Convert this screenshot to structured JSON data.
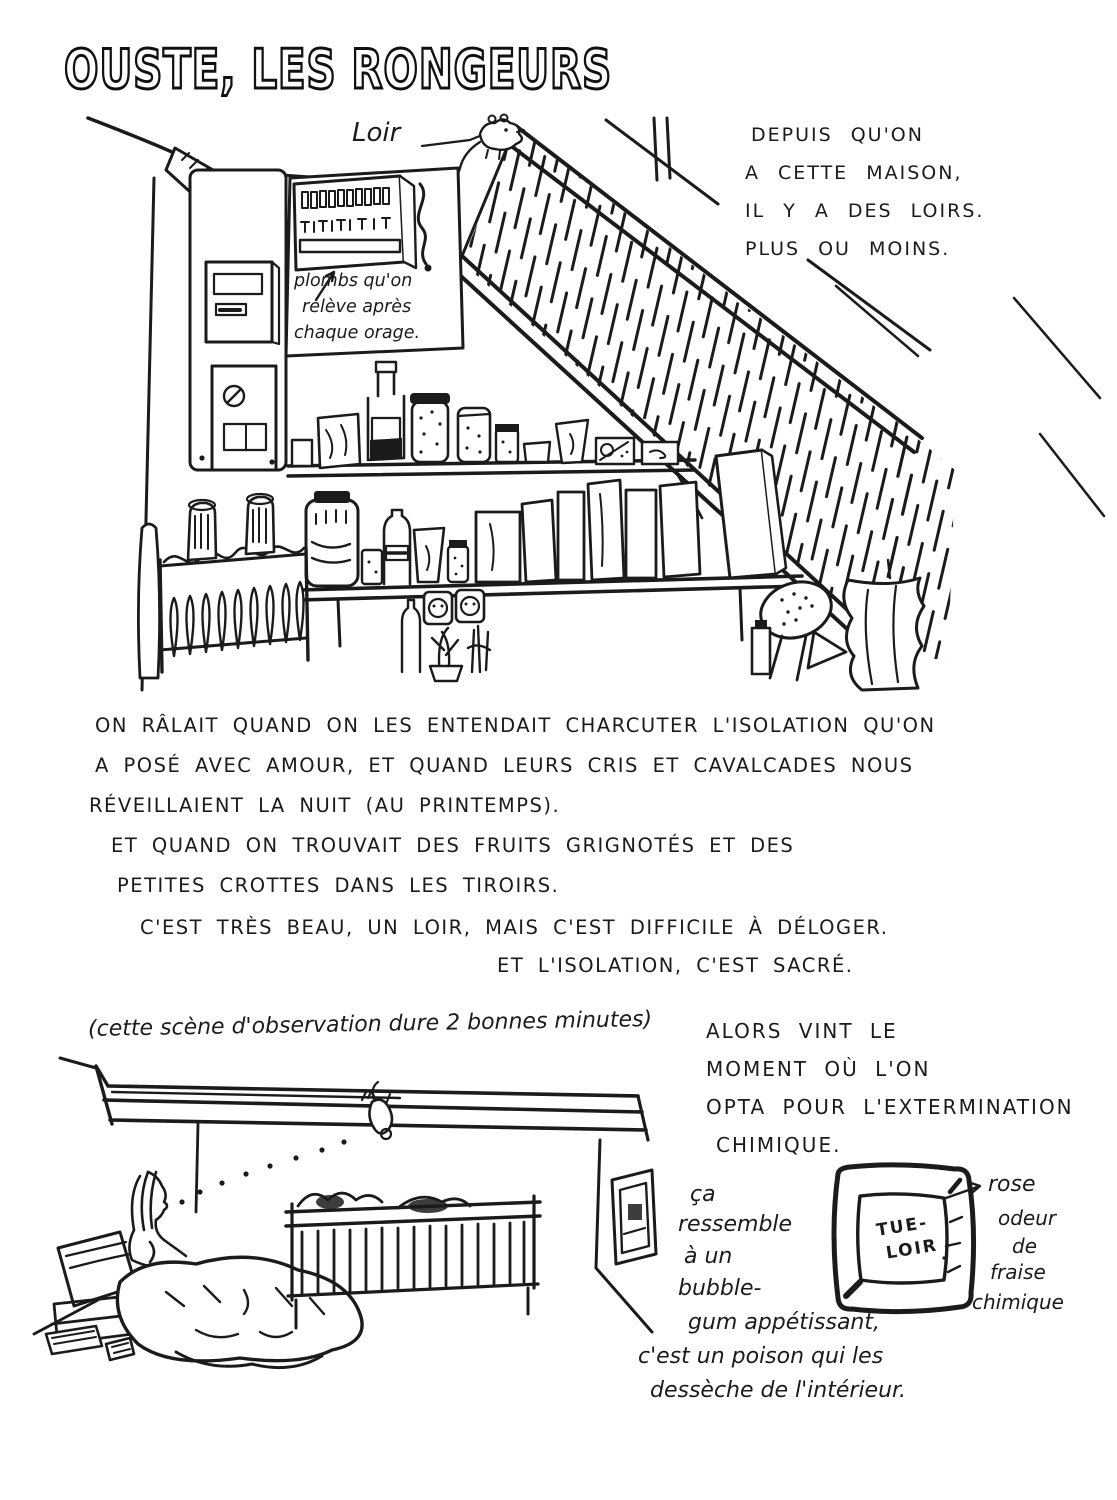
{
  "page": {
    "title": "OUSTE, LES RONGEURS",
    "ink": "#1b1b1b",
    "paper": "#ffffff"
  },
  "attic": {
    "loir_label": "Loir",
    "fuse_note_lines": [
      "plombs qu'on",
      "relève après",
      "chaque orage."
    ],
    "intro_lines": [
      "DEPUIS QU'ON",
      "A CETTE MAISON,",
      "IL Y A DES LOIRS.",
      "PLUS OU MOINS."
    ]
  },
  "story": {
    "complaints_lines": [
      "ON RÂLAIT QUAND ON LES ENTENDAIT CHARCUTER L'ISOLATION QU'ON",
      "A POSÉ AVEC AMOUR, ET QUAND LEURS CRIS ET CAVALCADES NOUS",
      "RÉVEILLAIENT LA NUIT (AU PRINTEMPS).",
      "ET QUAND ON TROUVAIT DES FRUITS GRIGNOTÉS ET DES",
      "PETITES CROTTES DANS LES TIROIRS."
    ],
    "verdict_lines": [
      "C'EST TRÈS BEAU, UN LOIR, MAIS C'EST DIFFICILE À DÉLOGER.",
      "ET L'ISOLATION, C'EST SACRÉ."
    ]
  },
  "bedroom": {
    "caption": "(cette scène d'observation dure 2 bonnes minutes)"
  },
  "extermination": {
    "decision_lines": [
      "ALORS VINT LE",
      "MOMENT OÙ L'ON",
      "OPTA POUR L'EXTERMINATION",
      "CHIMIQUE."
    ],
    "description_lines": [
      "ça",
      "ressemble",
      "à un",
      "bubble-",
      "gum appétissant,"
    ],
    "poison_lines": [
      "c'est un poison qui les",
      "dessèche de l'intérieur."
    ],
    "package_line1": "TUE-",
    "package_line2": "LOIR",
    "color_label": "rose",
    "smell_lines": [
      "odeur",
      "de",
      "fraise",
      "chimique"
    ]
  }
}
